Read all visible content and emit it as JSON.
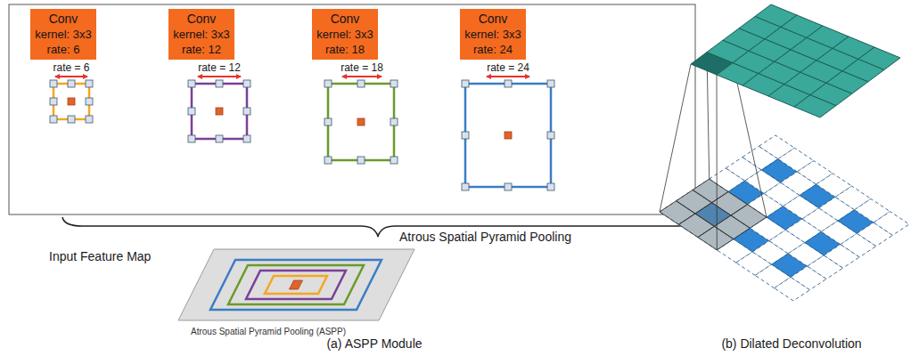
{
  "diagram": {
    "nodes": [
      {
        "text": [
          "Conv",
          "kernel: 3x3",
          "rate: 6"
        ]
      },
      {
        "text": [
          "Conv",
          "kernel: 3x3",
          "rate: 12"
        ]
      },
      {
        "text": [
          "Conv",
          "kernel: 3x3",
          "rate: 18"
        ]
      },
      {
        "text": [
          "Conv",
          "kernel: 3x3",
          "rate: 24"
        ]
      }
    ],
    "labels": [
      "rate = 6",
      "rate = 12",
      "rate = 18",
      "rate = 24",
      "Atrous Spatial Pyramid Pooling",
      "Input Feature Map",
      "Atrous Spatial Pyramid Pooling (ASPP)",
      "(a) ASPP Module",
      "(b) Dilated Deconvolution"
    ]
  }
}
